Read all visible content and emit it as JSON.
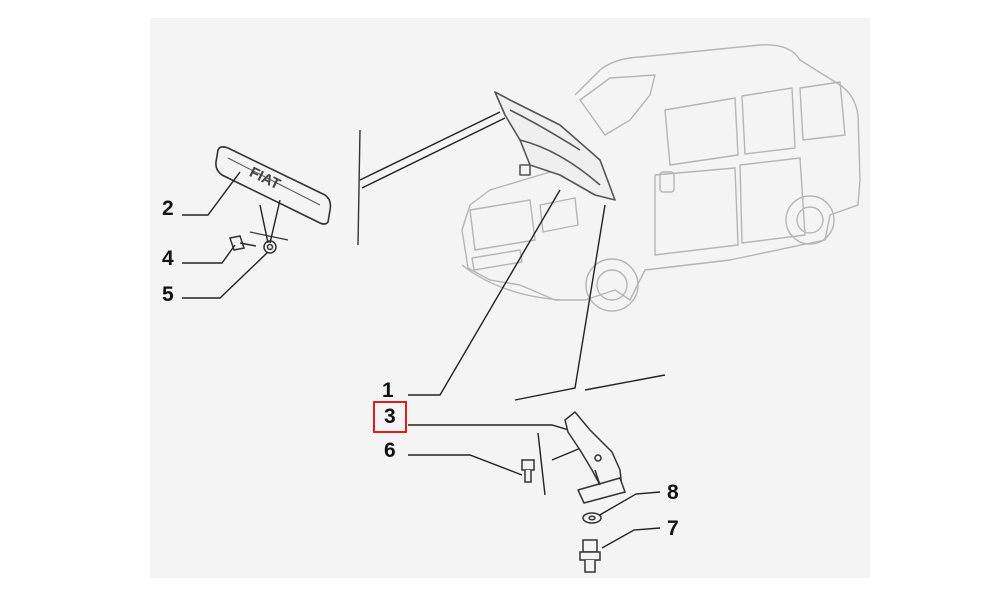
{
  "diagram": {
    "callouts": [
      {
        "id": "1",
        "label": "1"
      },
      {
        "id": "2",
        "label": "2"
      },
      {
        "id": "3",
        "label": "3"
      },
      {
        "id": "4",
        "label": "4"
      },
      {
        "id": "5",
        "label": "5"
      },
      {
        "id": "6",
        "label": "6"
      },
      {
        "id": "7",
        "label": "7"
      },
      {
        "id": "8",
        "label": "8"
      }
    ],
    "highlighted_callout": "3",
    "highlight_color": "#e41b17",
    "badge_text": "FIAT"
  }
}
